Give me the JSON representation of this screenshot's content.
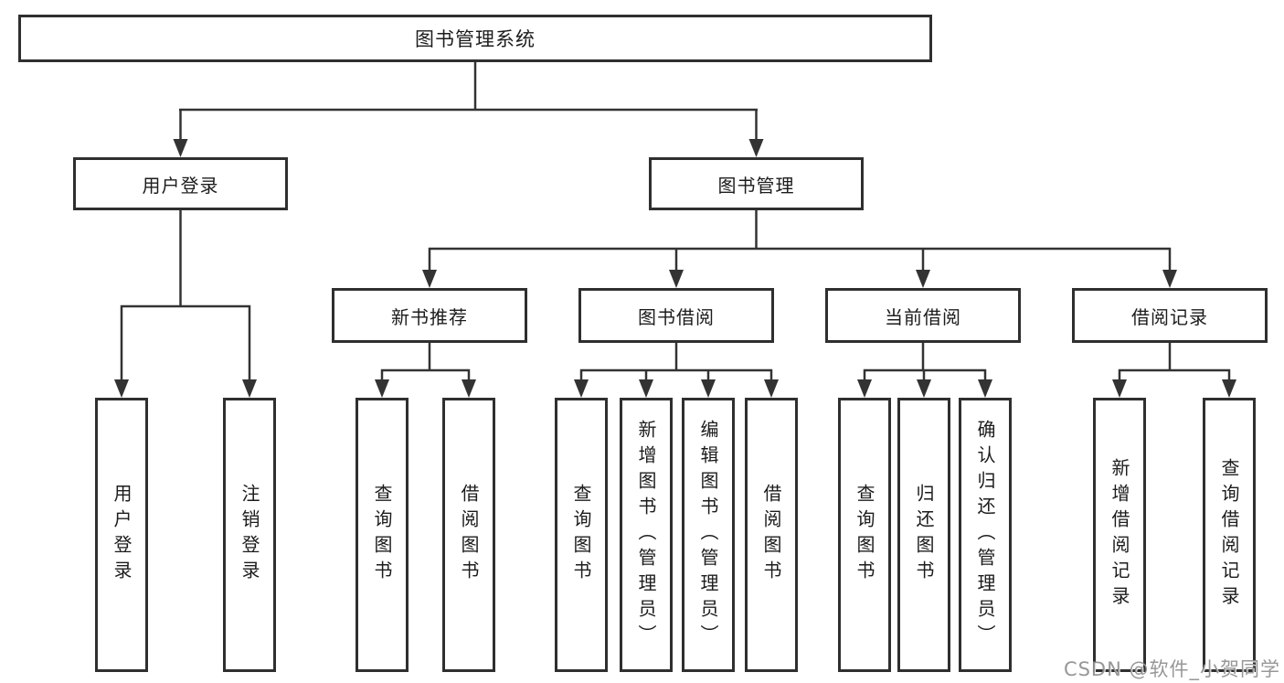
{
  "nodes": {
    "root": "图书管理系统",
    "user_login": "用户登录",
    "book_mgmt": "图书管理",
    "new_book_rec": "新书推荐",
    "book_borrow": "图书借阅",
    "current_borrow": "当前借阅",
    "borrow_record": "借阅记录",
    "ul_user_login": "用户登录",
    "ul_logout": "注销登录",
    "nb_query_book": "查询图书",
    "nb_borrow_book": "借阅图书",
    "bb_query_book": "查询图书",
    "bb_add_book": "新增图书（管理员）",
    "bb_edit_book": "编辑图书（管理员）",
    "bb_borrow_book": "借阅图书",
    "cb_query_book": "查询图书",
    "cb_return_book": "归还图书",
    "cb_confirm_return": "确认归还（管理员）",
    "br_add_record": "新增借阅记录",
    "br_query_record": "查询借阅记录"
  },
  "watermark": "CSDN @软件_小贺同学",
  "colors": {
    "line": "#333333",
    "box_border": "#2f2f2f",
    "text": "#1c1c1c",
    "background": "#ffffff",
    "watermark": "#8c8c8c"
  }
}
